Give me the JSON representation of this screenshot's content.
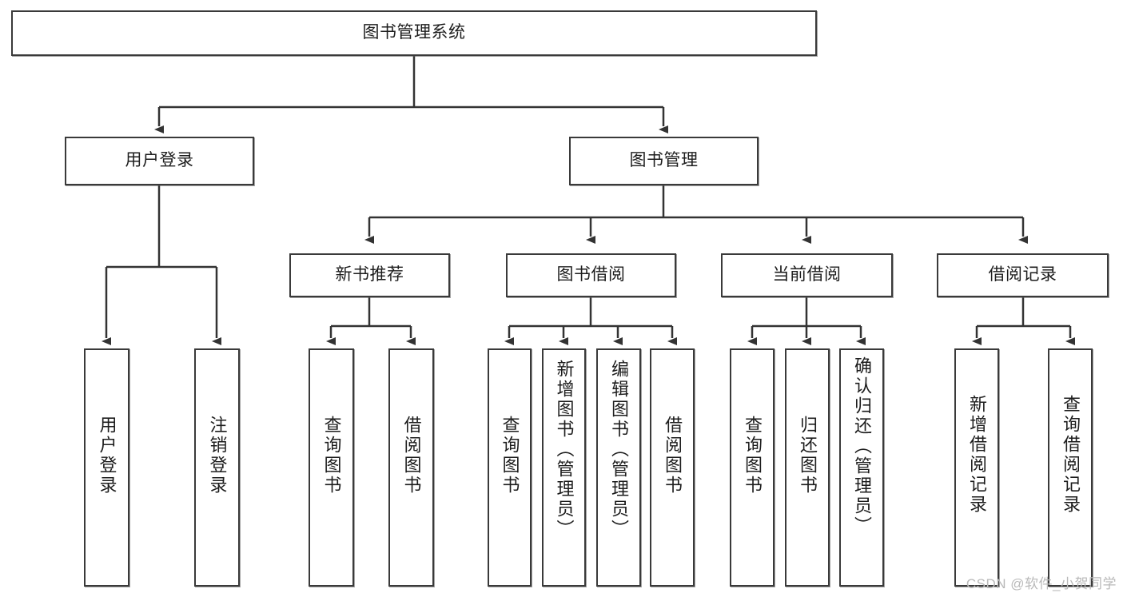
{
  "diagram": {
    "title": "图书管理系统",
    "type": "tree-hierarchy-diagram",
    "root": {
      "label": "图书管理系统"
    },
    "level1": [
      {
        "label": "用户登录"
      },
      {
        "label": "图书管理"
      }
    ],
    "level2": [
      {
        "label": "新书推荐"
      },
      {
        "label": "图书借阅"
      },
      {
        "label": "当前借阅"
      },
      {
        "label": "借阅记录"
      }
    ],
    "leaves": {
      "user_login": [
        {
          "label": "用户登录"
        },
        {
          "label": "注销登录"
        }
      ],
      "new_book_recommend": [
        {
          "label": "查询图书"
        },
        {
          "label": "借阅图书"
        }
      ],
      "book_borrow": [
        {
          "label": "查询图书"
        },
        {
          "label": "新增图书（管理员）"
        },
        {
          "label": "编辑图书（管理员）"
        },
        {
          "label": "借阅图书"
        }
      ],
      "current_borrow": [
        {
          "label": "查询图书"
        },
        {
          "label": "归还图书"
        },
        {
          "label": "确认归还（管理员）"
        }
      ],
      "borrow_record": [
        {
          "label": "新增借阅记录"
        },
        {
          "label": "查询借阅记录"
        }
      ]
    }
  },
  "watermark": {
    "text": "CSDN @软件_小贺同学"
  },
  "colors": {
    "box_border": "#3a3a3a",
    "box_fill": "#ffffff",
    "edge": "#333333",
    "text": "#1d1d1d",
    "watermark": "#b9b9b9",
    "background": "#ffffff"
  }
}
